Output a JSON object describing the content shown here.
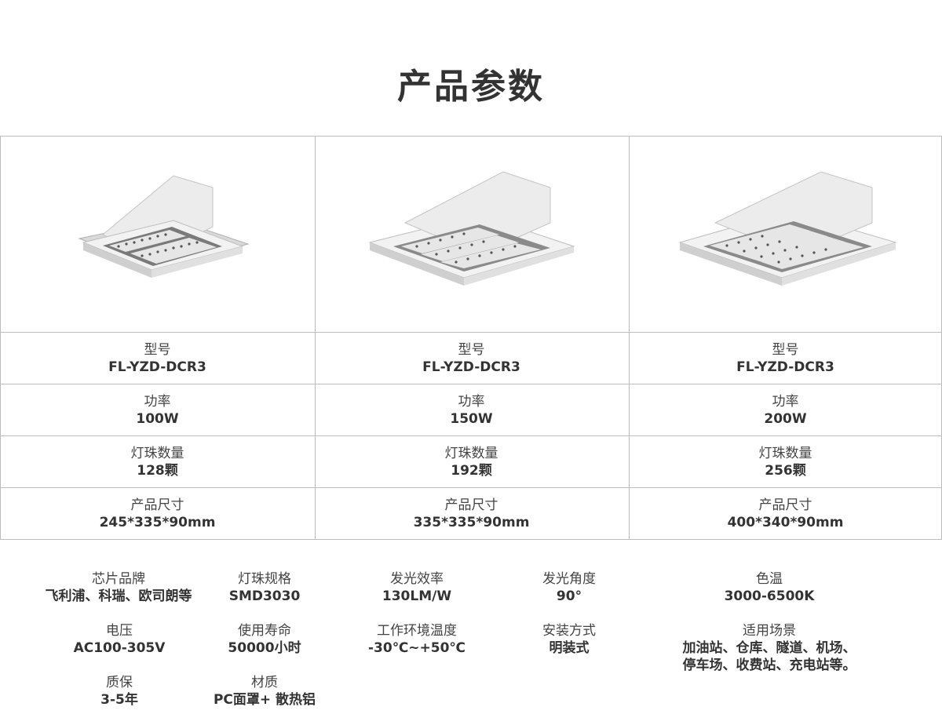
{
  "title": "产品参数",
  "products": [
    {
      "model_label": "型号",
      "model": "FL-YZD-DCR3",
      "power_label": "功率",
      "power": "100W",
      "led_label": "灯珠数量",
      "led": "128颗",
      "size_label": "产品尺寸",
      "size": "245*335*90mm"
    },
    {
      "model_label": "型号",
      "model": "FL-YZD-DCR3",
      "power_label": "功率",
      "power": "150W",
      "led_label": "灯珠数量",
      "led": "192颗",
      "size_label": "产品尺寸",
      "size": "335*335*90mm"
    },
    {
      "model_label": "型号",
      "model": "FL-YZD-DCR3",
      "power_label": "功率",
      "power": "200W",
      "led_label": "灯珠数量",
      "led": "256颗",
      "size_label": "产品尺寸",
      "size": "400*340*90mm"
    }
  ],
  "params": {
    "chip": {
      "label": "芯片品牌",
      "value": "飞利浦、科瑞、欧司朗等"
    },
    "led_spec": {
      "label": "灯珠规格",
      "value": "SMD3030"
    },
    "efficacy": {
      "label": "发光效率",
      "value": "130LM/W"
    },
    "angle": {
      "label": "发光角度",
      "value": "90°"
    },
    "cct": {
      "label": "色温",
      "value": "3000-6500K"
    },
    "voltage": {
      "label": "电压",
      "value": "AC100-305V"
    },
    "lifespan": {
      "label": "使用寿命",
      "value": "50000小时"
    },
    "temp": {
      "label": "工作环境温度",
      "value": "-30℃~+50℃"
    },
    "install": {
      "label": "安装方式",
      "value": "明装式"
    },
    "application": {
      "label": "适用场景",
      "value_line1": "加油站、仓库、隧道、机场、",
      "value_line2": "停车场、收费站、充电站等。"
    },
    "warranty": {
      "label": "质保",
      "value": "3-5年"
    },
    "material": {
      "label": "材质",
      "value": "PC面罩+ 散热铝"
    }
  }
}
